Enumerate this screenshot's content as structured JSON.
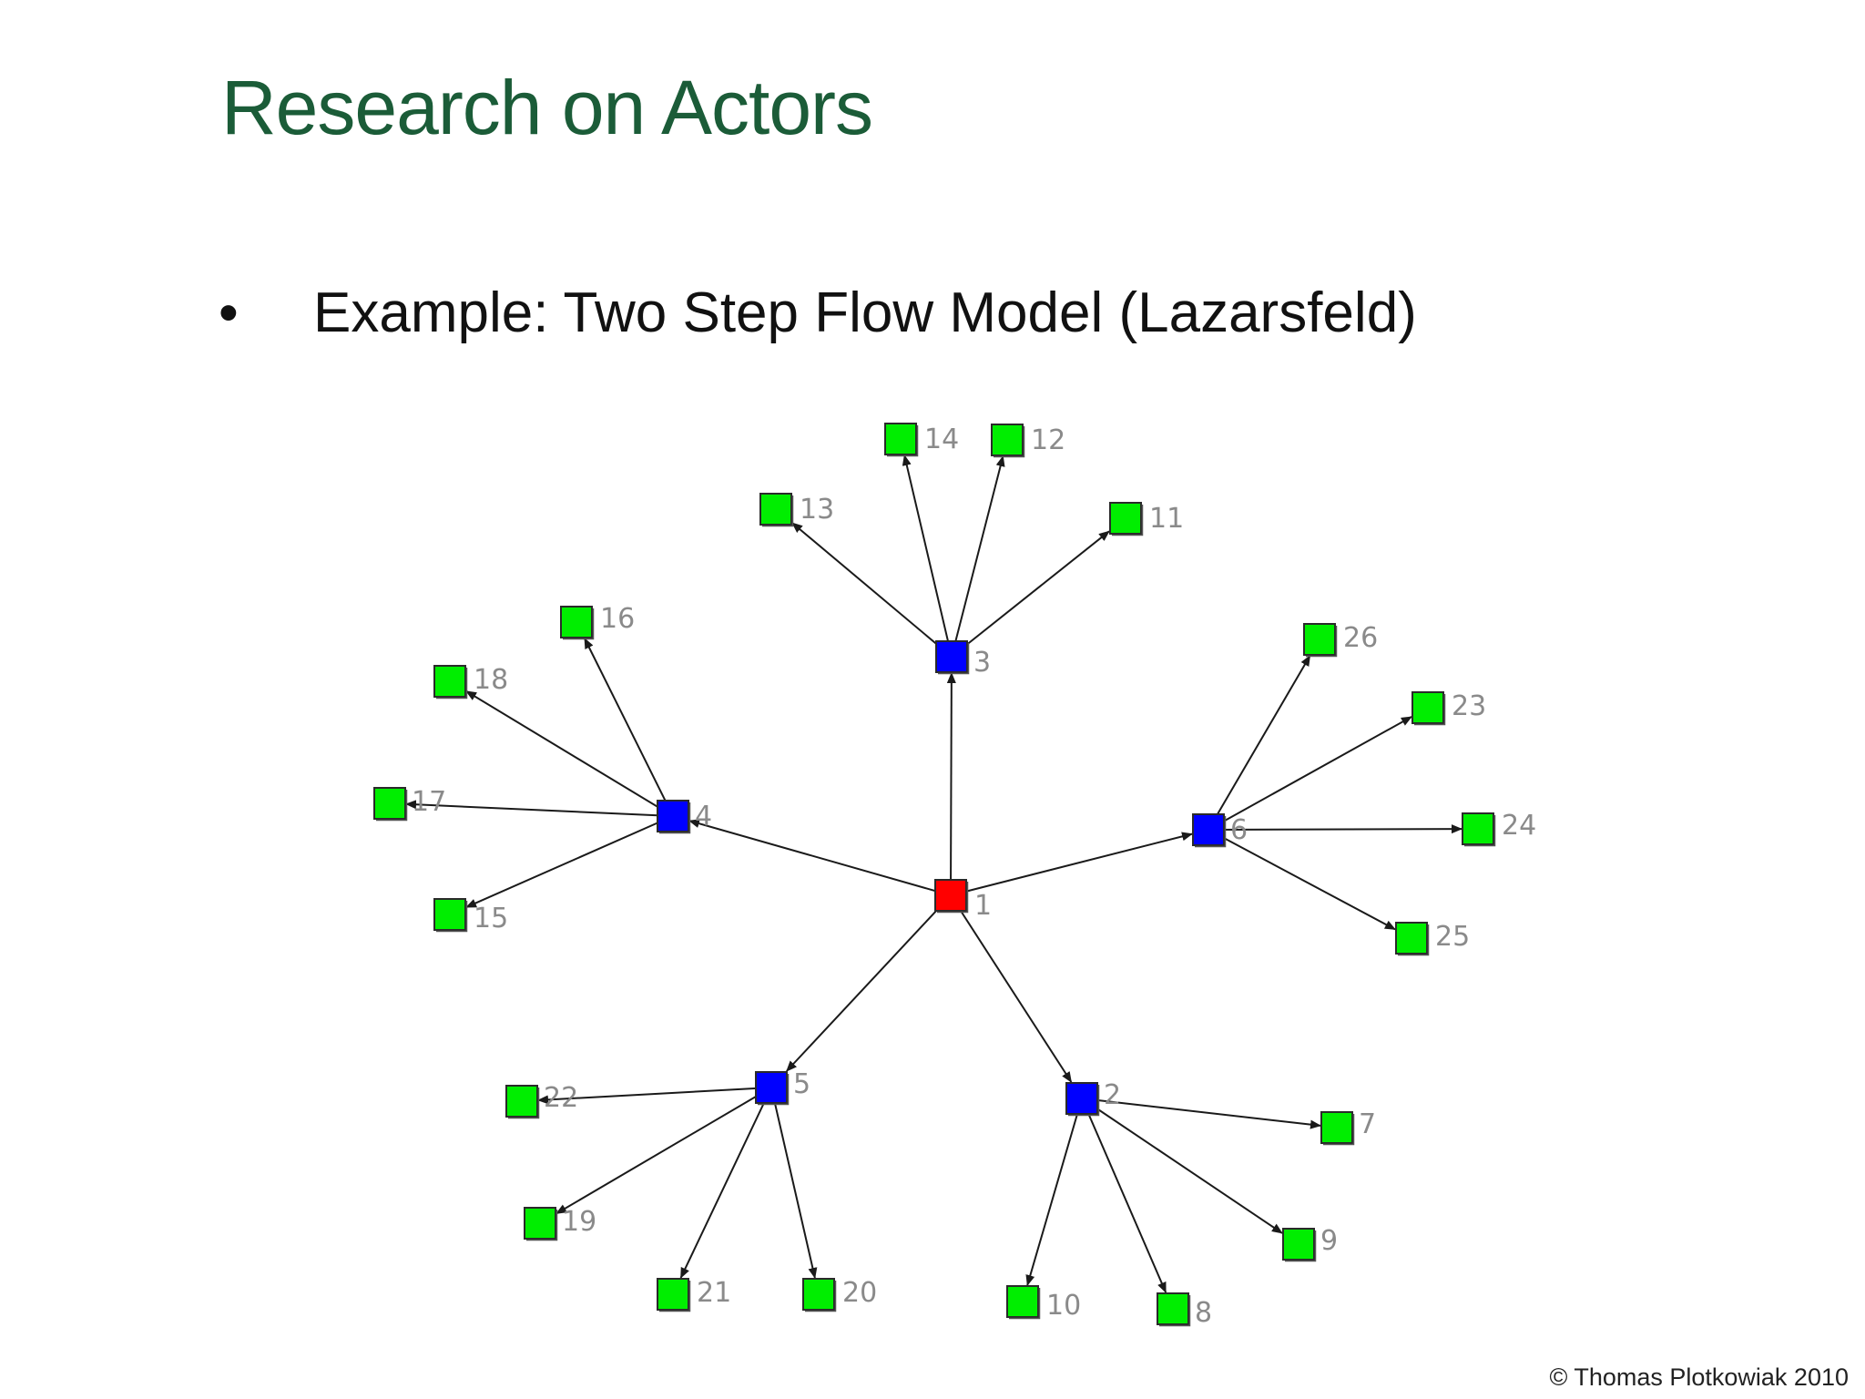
{
  "slide": {
    "title": "Research on Actors",
    "bullet": "•",
    "bullet_text": "Example: Two Step Flow Model (Lazarsfeld)",
    "copyright": "© Thomas Plotkowiak 2010"
  },
  "colors": {
    "title": "#1b5c38",
    "center_node": "#ff0000",
    "opinion_leader_node": "#0000ff",
    "follower_node": "#00ee00",
    "edge": "#1a1a1a",
    "label": "#8a8a8a"
  },
  "graph": {
    "nodes": [
      {
        "id": "1",
        "label": "1",
        "role": "center"
      },
      {
        "id": "2",
        "label": "2",
        "role": "leader"
      },
      {
        "id": "3",
        "label": "3",
        "role": "leader"
      },
      {
        "id": "4",
        "label": "4",
        "role": "leader"
      },
      {
        "id": "5",
        "label": "5",
        "role": "leader"
      },
      {
        "id": "6",
        "label": "6",
        "role": "leader"
      },
      {
        "id": "7",
        "label": "7",
        "role": "follower"
      },
      {
        "id": "8",
        "label": "8",
        "role": "follower"
      },
      {
        "id": "9",
        "label": "9",
        "role": "follower"
      },
      {
        "id": "10",
        "label": "10",
        "role": "follower"
      },
      {
        "id": "11",
        "label": "11",
        "role": "follower"
      },
      {
        "id": "12",
        "label": "12",
        "role": "follower"
      },
      {
        "id": "13",
        "label": "13",
        "role": "follower"
      },
      {
        "id": "14",
        "label": "14",
        "role": "follower"
      },
      {
        "id": "15",
        "label": "15",
        "role": "follower"
      },
      {
        "id": "16",
        "label": "16",
        "role": "follower"
      },
      {
        "id": "17",
        "label": "17",
        "role": "follower"
      },
      {
        "id": "18",
        "label": "18",
        "role": "follower"
      },
      {
        "id": "19",
        "label": "19",
        "role": "follower"
      },
      {
        "id": "20",
        "label": "20",
        "role": "follower"
      },
      {
        "id": "21",
        "label": "21",
        "role": "follower"
      },
      {
        "id": "22",
        "label": "22",
        "role": "follower"
      },
      {
        "id": "23",
        "label": "23",
        "role": "follower"
      },
      {
        "id": "24",
        "label": "24",
        "role": "follower"
      },
      {
        "id": "25",
        "label": "25",
        "role": "follower"
      },
      {
        "id": "26",
        "label": "26",
        "role": "follower"
      }
    ],
    "edges": [
      {
        "from": "1",
        "to": "2"
      },
      {
        "from": "1",
        "to": "3"
      },
      {
        "from": "1",
        "to": "4"
      },
      {
        "from": "1",
        "to": "5"
      },
      {
        "from": "1",
        "to": "6"
      },
      {
        "from": "3",
        "to": "11"
      },
      {
        "from": "3",
        "to": "12"
      },
      {
        "from": "3",
        "to": "13"
      },
      {
        "from": "3",
        "to": "14"
      },
      {
        "from": "4",
        "to": "15"
      },
      {
        "from": "4",
        "to": "16"
      },
      {
        "from": "4",
        "to": "17"
      },
      {
        "from": "4",
        "to": "18"
      },
      {
        "from": "6",
        "to": "23"
      },
      {
        "from": "6",
        "to": "24"
      },
      {
        "from": "6",
        "to": "25"
      },
      {
        "from": "6",
        "to": "26"
      },
      {
        "from": "5",
        "to": "19"
      },
      {
        "from": "5",
        "to": "20"
      },
      {
        "from": "5",
        "to": "21"
      },
      {
        "from": "5",
        "to": "22"
      },
      {
        "from": "2",
        "to": "7"
      },
      {
        "from": "2",
        "to": "8"
      },
      {
        "from": "2",
        "to": "9"
      },
      {
        "from": "2",
        "to": "10"
      }
    ]
  }
}
